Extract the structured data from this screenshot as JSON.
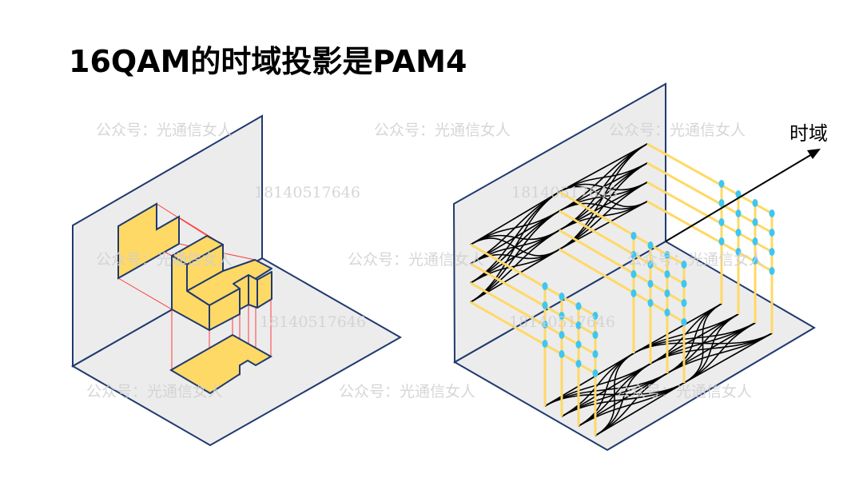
{
  "title": "16QAM的时域投影是PAM4",
  "left_figure": {
    "name": "orthographic-projection-example"
  },
  "right_figure": {
    "name": "16qam-time-domain-projection",
    "axis_label": "时域",
    "constellation_points_per_grid": 16,
    "pam_levels": 4
  },
  "colors": {
    "outline": "#1f3a6e",
    "plane_fill": "#ececec",
    "shape_fill": "#ffd966",
    "projection_line": "#ff3b3b",
    "yellow_line": "#ffd966",
    "constellation_dot": "#3fc6f0",
    "eye_trace": "#000000"
  },
  "watermarks": {
    "account": "公众号：光通信女人",
    "phone": "18140517646"
  }
}
